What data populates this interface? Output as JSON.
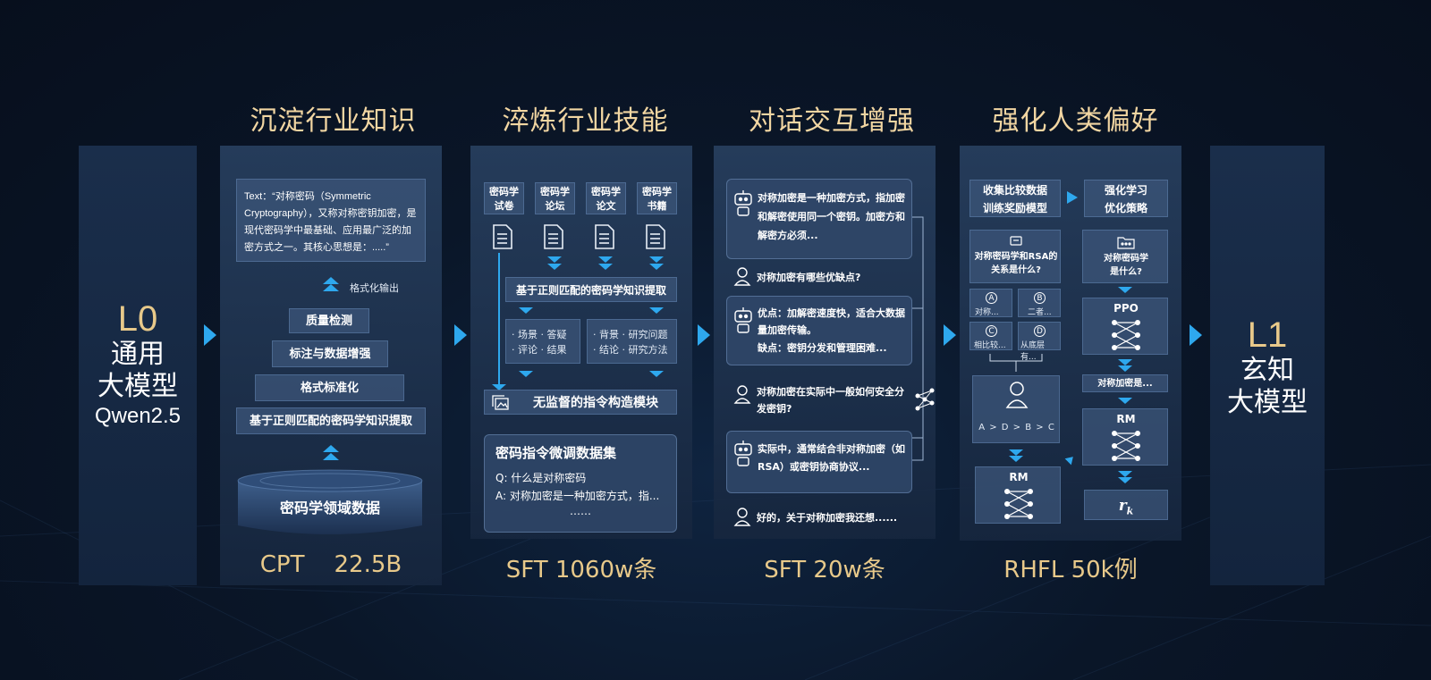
{
  "titles": {
    "c1": "沉淀行业知识",
    "c2": "淬炼行业技能",
    "c3": "对话交互增强",
    "c4": "强化人类偏好"
  },
  "left": {
    "code": "L0",
    "line1": "通用",
    "line2": "大模型",
    "model": "Qwen2.5"
  },
  "right": {
    "code": "L1",
    "line1": "玄知",
    "line2": "大模型"
  },
  "col1": {
    "text_sample": "Text：“对称密码（Symmetric Cryptography），又称对称密钥加密，是现代密码学中最基础、应用最广泛的加密方式之一。其核心思想是：.....”",
    "format_output": "格式化输出",
    "steps": [
      "质量检测",
      "标注与数据增强",
      "格式标准化",
      "基于正则匹配的密码学知识提取"
    ],
    "base": "密码学领域数据",
    "bottom": "CPT    22.5B"
  },
  "col2": {
    "sources": [
      "密码学\n试卷",
      "密码学\n论坛",
      "密码学\n论文",
      "密码学\n书籍"
    ],
    "extract": "基于正则匹配的密码学知识提取",
    "left_tags": "· 场景 · 答疑\n· 评论 · 结果",
    "right_tags": "· 背景 · 研究问题\n· 结论 · 研究方法",
    "module": "无监督的指令构造模块",
    "dataset_title": "密码指令微调数据集",
    "q": "Q:  什么是对称密码",
    "a": "A:  对称加密是一种加密方式，指...",
    "dots": "……",
    "bottom": "SFT 1060w条"
  },
  "col3": {
    "b1": "对称加密是一种加密方式，指加密和解密使用同一个密钥。加密方和解密方必须...",
    "u1": "对称加密有哪些优缺点?",
    "b2a": "优点：加解密速度快，适合大数据量加密传输。",
    "b2b": "缺点：密钥分发和管理困难...",
    "u2": "对称加密在实际中一般如何安全分发密钥?",
    "b3": "实际中，通常结合非对称加密（如RSA）或密钥协商协议...",
    "u3": "好的，关于对称加密我还想......",
    "bottom": "SFT 20w条"
  },
  "col4": {
    "collect": "收集比较数据\n训练奖励模型",
    "rl": "强化学习\n优化策略",
    "q1": "对称密码学和RSA的\n关系是什么?",
    "q2": "对称密码学\n是什么?",
    "opts": [
      {
        "k": "A",
        "v": "对称..."
      },
      {
        "k": "B",
        "v": "二者..."
      },
      {
        "k": "C",
        "v": "相比较..."
      },
      {
        "k": "D",
        "v": "从底层有..."
      }
    ],
    "ppo": "PPO",
    "answer": "对称加密是...",
    "rank": "A > D > B > C",
    "rm": "RM",
    "rk": "r",
    "rk_sub": "k",
    "bottom": "RHFL  50k例"
  }
}
